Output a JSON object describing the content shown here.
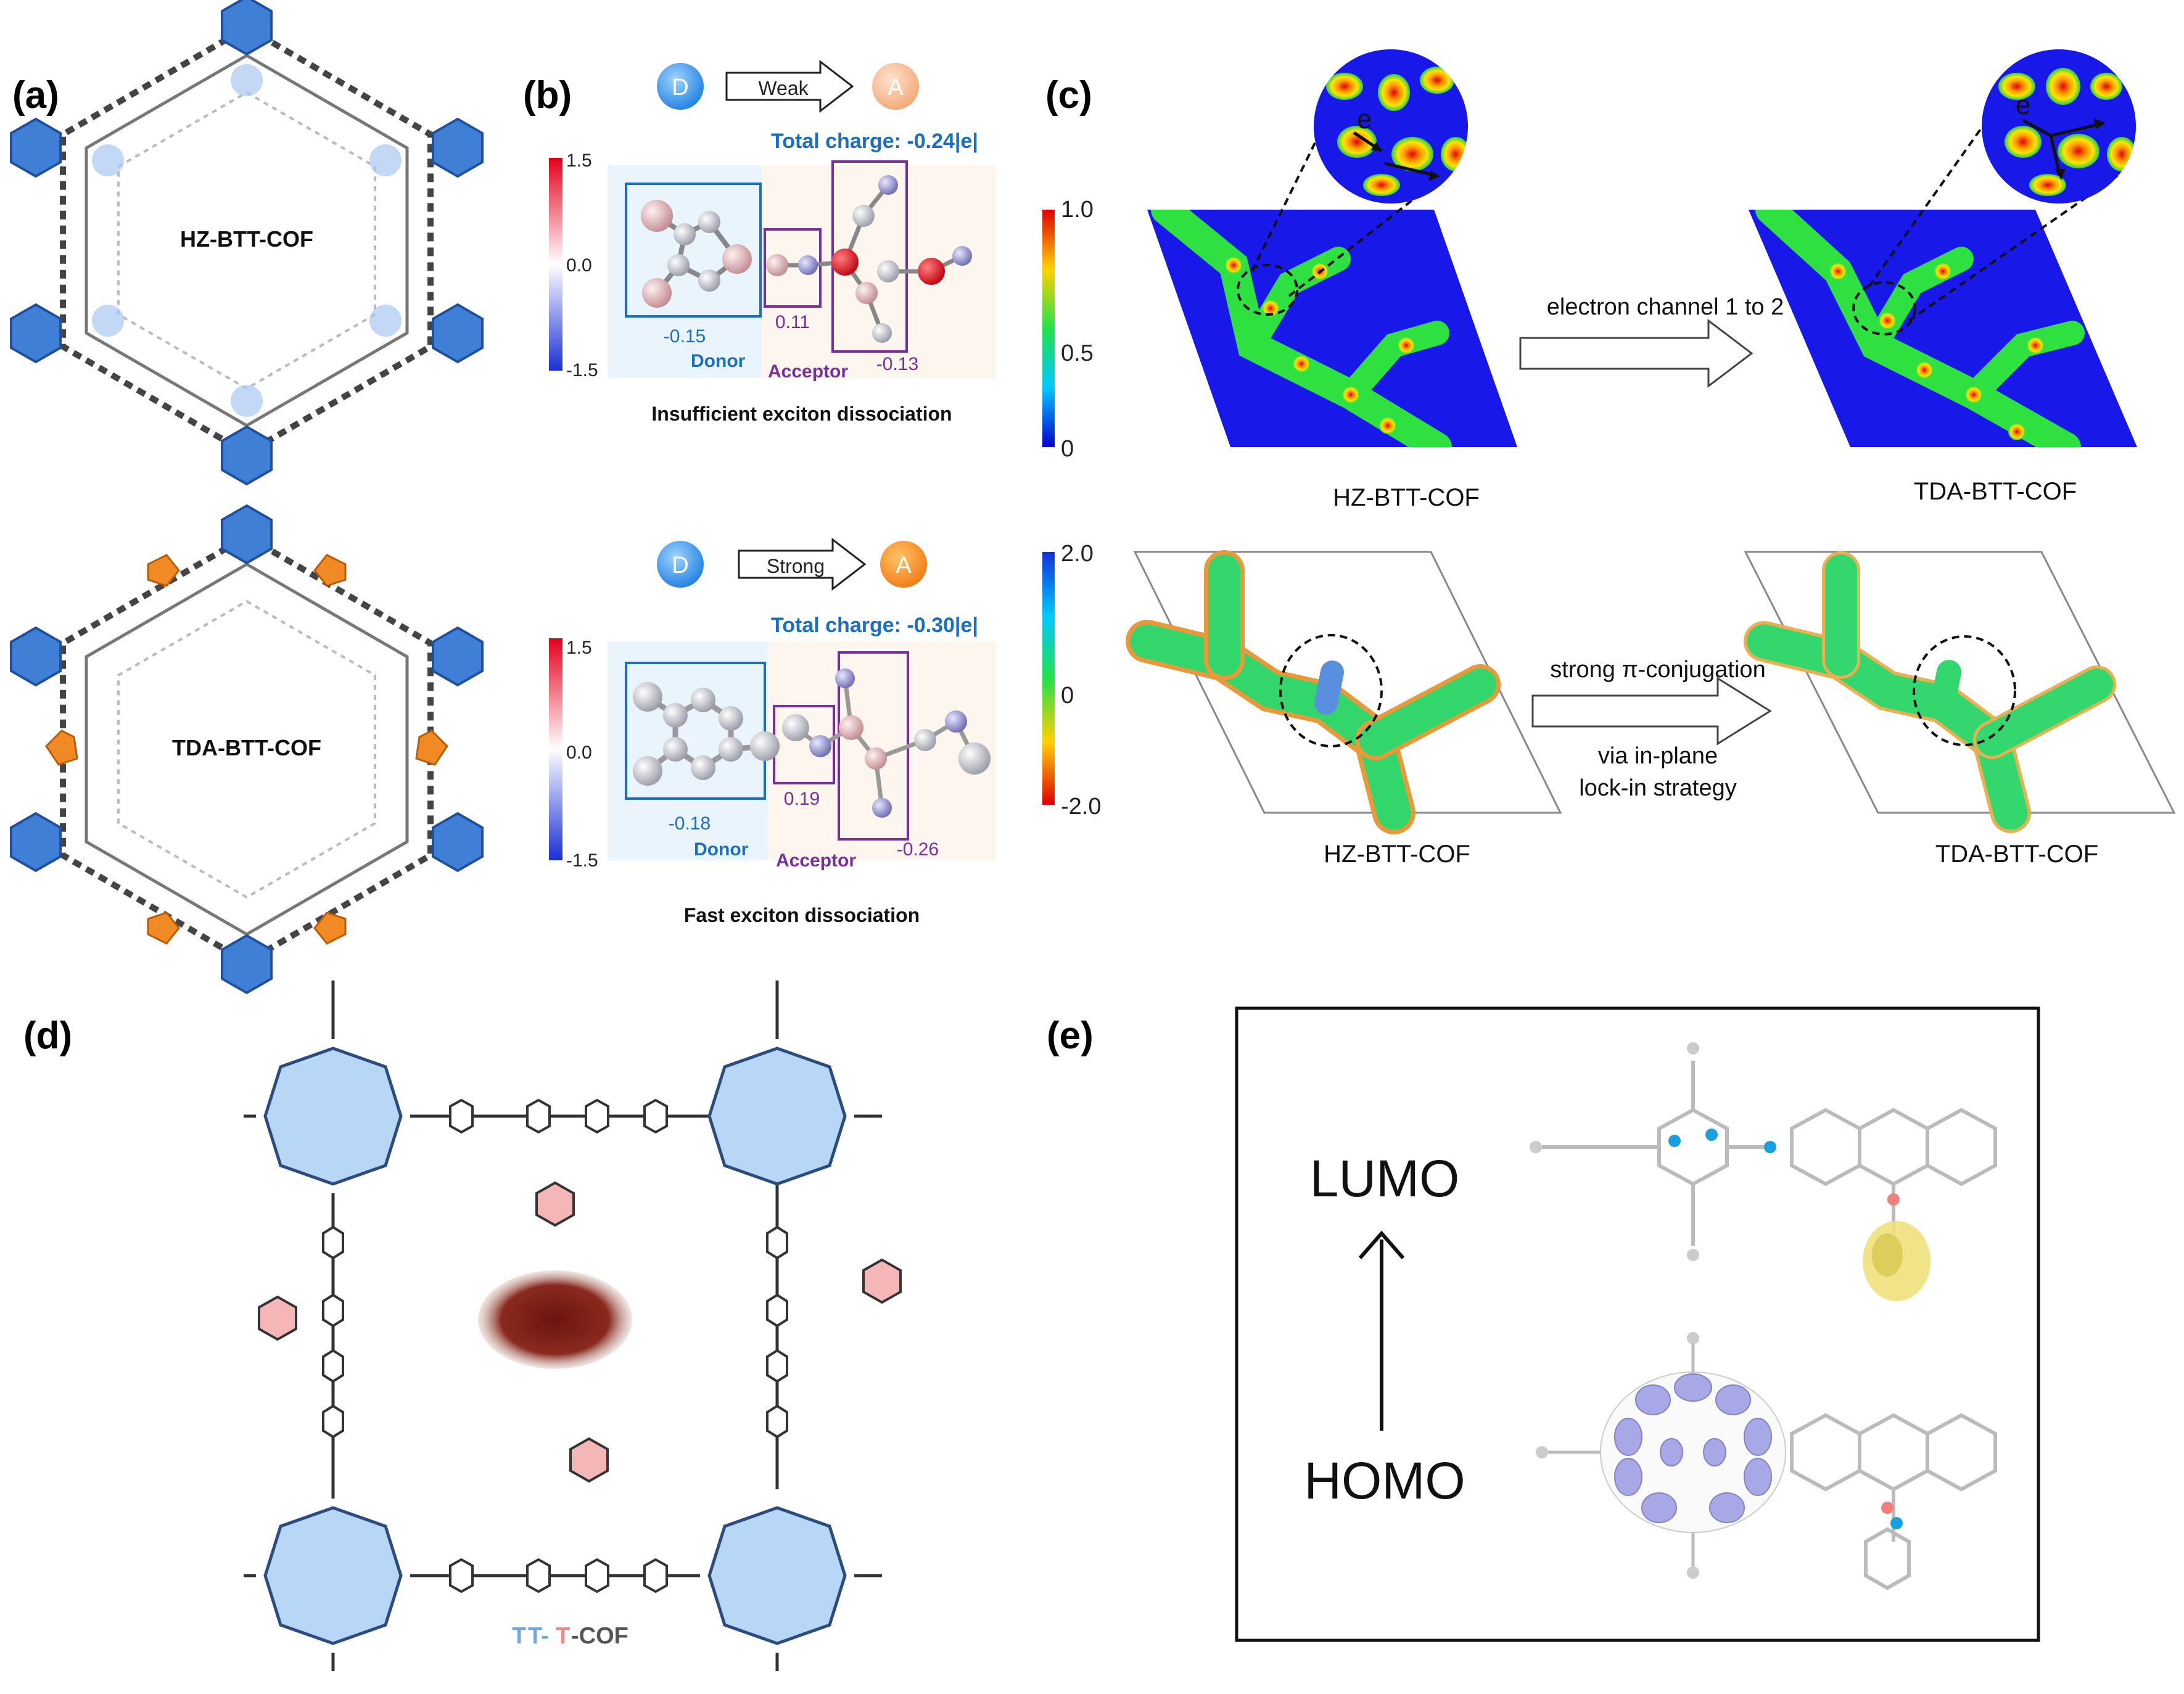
{
  "panels": {
    "a": {
      "label": "(a)",
      "cof_top": "HZ-BTT-COF",
      "cof_bottom": "TDA-BTT-COF"
    },
    "b": {
      "label": "(b)",
      "top": {
        "donor_badge": "D",
        "acceptor_badge": "A",
        "arrow": "Weak",
        "scale_max": "1.5",
        "scale_mid": "0.0",
        "scale_min": "-1.5",
        "total_charge": "Total charge: -0.24|e|",
        "donor_value": "-0.15",
        "link_value": "0.11",
        "acceptor_value": "-0.13",
        "donor_label": "Donor",
        "acceptor_label": "Acceptor",
        "caption": "Insufficient exciton dissociation"
      },
      "bottom": {
        "donor_badge": "D",
        "acceptor_badge": "A",
        "arrow": "Strong",
        "scale_max": "1.5",
        "scale_mid": "0.0",
        "scale_min": "-1.5",
        "total_charge": "Total charge: -0.30|e|",
        "donor_value": "-0.18",
        "link_value": "0.19",
        "acceptor_value": "-0.26",
        "donor_label": "Donor",
        "acceptor_label": "Acceptor",
        "caption": "Fast exciton dissociation"
      }
    },
    "c": {
      "label": "(c)",
      "top": {
        "scale_max": "1.0",
        "scale_mid": "0.5",
        "scale_min": "0",
        "arrow_text": "electron channel 1 to 2",
        "left_name": "HZ-BTT-COF",
        "right_name": "TDA-BTT-COF",
        "electron_symbol": "e"
      },
      "bottom": {
        "scale_max": "2.0",
        "scale_mid": "0",
        "scale_min": "-2.0",
        "arrow_text_1": "strong π-conjugation",
        "arrow_text_2": "via in-plane",
        "arrow_text_3": "lock-in strategy",
        "left_name": "HZ-BTT-COF",
        "right_name": "TDA-BTT-COF"
      }
    },
    "d": {
      "label": "(d)",
      "cof_name_1": "T",
      "cof_name_2": "T-",
      "cof_name_3": "T",
      "cof_name_4": "-COF"
    },
    "e": {
      "label": "(e)",
      "lumo": "LUMO",
      "homo": "HOMO"
    }
  },
  "colors": {
    "donor_blue": "#3a8fd9",
    "acceptor_purple": "#7a2e9e",
    "thiophene_blue": "#3f7fd6",
    "thiadiazole_orange": "#f08a24",
    "porphyrin_fill": "#b8d6f5",
    "tempo_pink": "#f4b6b6"
  }
}
